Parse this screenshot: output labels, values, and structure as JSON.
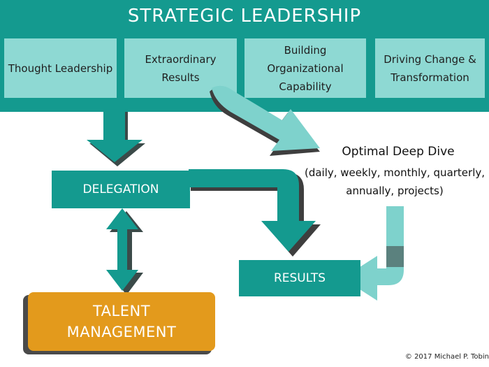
{
  "title": "STRATEGIC LEADERSHIP",
  "pillars": [
    {
      "label": "Thought Leadership"
    },
    {
      "label": "Extraordinary Results"
    },
    {
      "label": "Building Organizational Capability"
    },
    {
      "label": "Driving Change & Transformation"
    }
  ],
  "nodes": {
    "delegation": "DELEGATION",
    "results": "RESULTS",
    "talent": "TALENT MANAGEMENT",
    "deep_dive_title": "Optimal Deep Dive",
    "deep_dive_sub": "(daily, weekly, monthly, quarterly, annually, projects)"
  },
  "copyright": "© 2017 Michael P. Tobin",
  "colors": {
    "teal": "#149a8f",
    "light_teal": "#8ed9d3",
    "arrow_light": "#7ed2cc",
    "orange": "#e39a1c",
    "shadow": "#4a4a4a"
  }
}
